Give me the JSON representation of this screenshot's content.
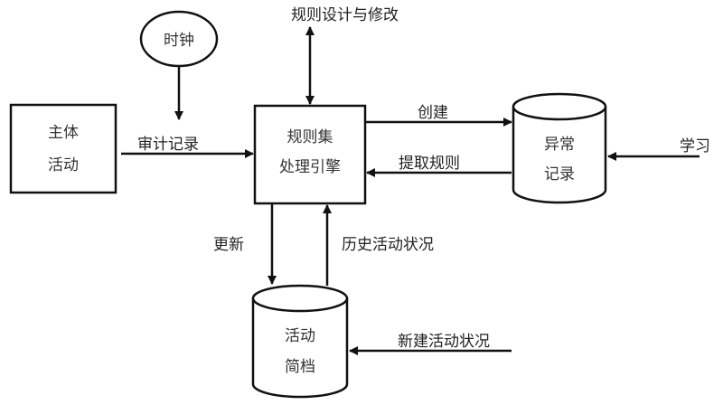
{
  "nodes": {
    "clock": {
      "label": "时钟"
    },
    "subject_activity": {
      "lines": [
        "主体",
        "活动"
      ]
    },
    "engine": {
      "lines": [
        "规则集",
        "处理引擎"
      ]
    },
    "anomaly_records": {
      "lines": [
        "异常",
        "记录"
      ]
    },
    "activity_profile": {
      "lines": [
        "活动",
        "简档"
      ]
    }
  },
  "edges": {
    "rule_design": "规则设计与修改",
    "audit_records": "审计记录",
    "create": "创建",
    "extract_rules": "提取规则",
    "learn": "学习",
    "update": "更新",
    "history_status": "历史活动状况",
    "new_status": "新建活动状况"
  },
  "colors": {
    "stroke": "#111111",
    "text": "#222222",
    "background": "#ffffff"
  }
}
